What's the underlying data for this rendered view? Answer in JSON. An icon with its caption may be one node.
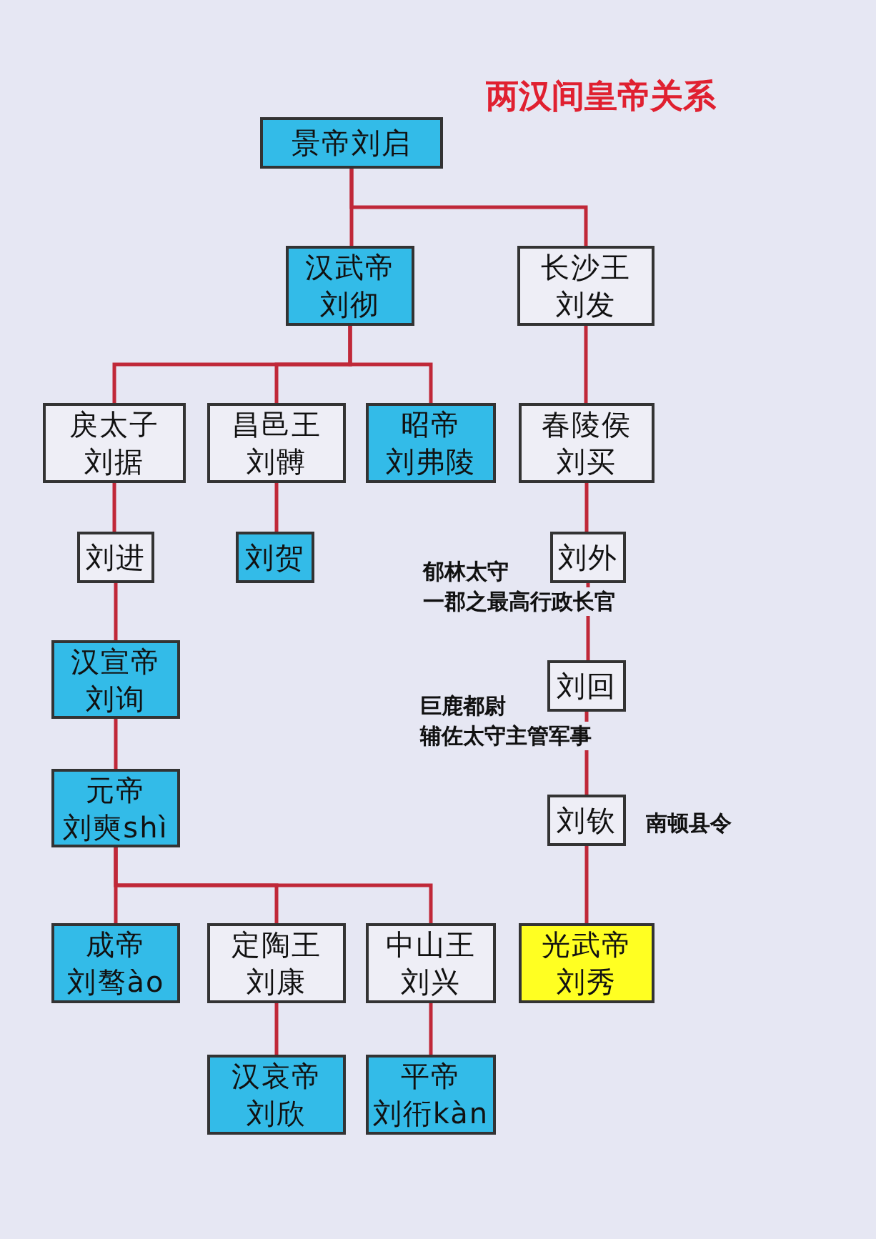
{
  "diagram": {
    "title": "两汉间皇帝关系",
    "nodes": [
      {
        "text": [
          "景帝刘启"
        ]
      },
      {
        "text": [
          "汉武帝",
          "刘彻"
        ]
      },
      {
        "text": [
          "长沙王",
          "刘发"
        ]
      },
      {
        "text": [
          "戾太子",
          "刘据"
        ]
      },
      {
        "text": [
          "昌邑王",
          "刘髆"
        ]
      },
      {
        "text": [
          "昭帝",
          "刘弗陵"
        ]
      },
      {
        "text": [
          "春陵侯",
          "刘买"
        ]
      },
      {
        "text": [
          "刘进"
        ]
      },
      {
        "text": [
          "刘贺"
        ]
      },
      {
        "text": [
          "刘外"
        ],
        "beside": [
          "郁林太守",
          "一郡之最高行政长官"
        ]
      },
      {
        "text": [
          "汉宣帝",
          "刘询"
        ]
      },
      {
        "text": [
          "刘回"
        ],
        "beside": [
          "巨鹿都尉",
          "辅佐太守主管军事"
        ]
      },
      {
        "text": [
          "元帝",
          "刘奭shì"
        ]
      },
      {
        "text": [
          "刘钦"
        ],
        "beside": [
          "南顿县令"
        ]
      },
      {
        "text": [
          "成帝",
          "刘骜ào"
        ]
      },
      {
        "text": [
          "定陶王",
          "刘康"
        ]
      },
      {
        "text": [
          "中山王",
          "刘兴"
        ]
      },
      {
        "text": [
          "光武帝",
          "刘秀"
        ]
      },
      {
        "text": [
          "汉哀帝",
          "刘欣"
        ]
      },
      {
        "text": [
          "平帝",
          "刘衎kàn"
        ]
      }
    ],
    "edges": [
      {
        "from": 0,
        "to": 1,
        "arrow": "none"
      },
      {
        "from": 0,
        "to": 2,
        "arrow": "none"
      },
      {
        "from": 1,
        "to": 3,
        "arrow": "none"
      },
      {
        "from": 1,
        "to": 4,
        "arrow": "none"
      },
      {
        "from": 1,
        "to": 5,
        "arrow": "none"
      },
      {
        "from": 2,
        "to": 6,
        "arrow": "none"
      },
      {
        "from": 3,
        "to": 7,
        "arrow": "none"
      },
      {
        "from": 4,
        "to": 8,
        "arrow": "none"
      },
      {
        "from": 6,
        "to": 9,
        "arrow": "none"
      },
      {
        "from": 7,
        "to": 10,
        "arrow": "none"
      },
      {
        "from": 9,
        "to": 11,
        "arrow": "none"
      },
      {
        "from": 10,
        "to": 12,
        "arrow": "none"
      },
      {
        "from": 11,
        "to": 13,
        "arrow": "none"
      },
      {
        "from": 12,
        "to": 14,
        "arrow": "none"
      },
      {
        "from": 12,
        "to": 15,
        "arrow": "none"
      },
      {
        "from": 12,
        "to": 16,
        "arrow": "none"
      },
      {
        "from": 13,
        "to": 17,
        "arrow": "none"
      },
      {
        "from": 15,
        "to": 18,
        "arrow": "none"
      },
      {
        "from": 16,
        "to": 19,
        "arrow": "none"
      }
    ]
  }
}
